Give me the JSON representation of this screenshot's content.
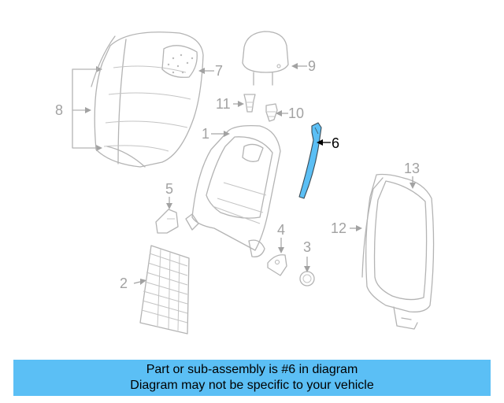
{
  "callouts": {
    "n1": "1",
    "n2": "2",
    "n3": "3",
    "n4": "4",
    "n5": "5",
    "n6": "6",
    "n7": "7",
    "n8": "8",
    "n9": "9",
    "n10": "10",
    "n11": "11",
    "n12": "12",
    "n13": "13"
  },
  "highlighted_part": "6",
  "colors": {
    "highlight_fill": "#5bbff5",
    "banner_background": "#5bbff5",
    "line_art": "#b4b4b4"
  },
  "banner": {
    "line1": "Part or sub-assembly is #6 in diagram",
    "line2": "Diagram may not be specific to your vehicle"
  }
}
